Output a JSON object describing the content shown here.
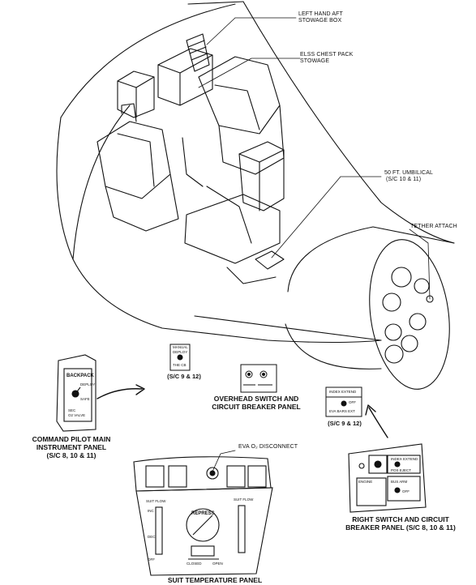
{
  "callouts": {
    "left_stowage_line1": "LEFT HAND AFT",
    "left_stowage_line2": "STOWAGE BOX",
    "elss_line1": "ELSS CHEST PACK",
    "elss_line2": "STOWAGE",
    "umbilical_line1": "50 FT. UMBILICAL",
    "umbilical_line2": "(S/C 10 & 11)",
    "tether": "TETHER ATTACH",
    "eva_disconnect": "EVA O₂ DISCONNECT"
  },
  "panels": {
    "command_pilot": {
      "title_line1": "COMMAND PILOT MAIN",
      "title_line2": "INSTRUMENT PANEL",
      "title_line3": "(S/C 8, 10 & 11)",
      "backpack": "BACKPACK",
      "deploy": "DEPLOY",
      "safe": "SAFE",
      "sec": "SEC",
      "o2_valve": "O2 VALVE"
    },
    "overhead": {
      "title_line1": "OVERHEAD SWITCH AND",
      "title_line2": "CIRCUIT BREAKER PANEL",
      "sc_note": "(S/C 9 & 12)",
      "switch_line1": "MANUAL",
      "switch_line2": "DEPLOY",
      "switch_line3": "THE CB"
    },
    "right": {
      "title_line1": "RIGHT SWITCH AND CIRCUIT",
      "title_line2": "BREAKER PANEL (S/C 8, 10 & 11)",
      "sc_note": "(S/C 9 & 12)",
      "inset_line1": "INDEX EXTEND",
      "inset_line2": "OFF",
      "inset_line3": "EVA BARS EXT",
      "index_extend": "INDEX EXTEND",
      "pos_eject": "POS EJECT",
      "engine": "ENGINE",
      "bus_arm": "BUS ARM",
      "off": "OFF"
    },
    "suit_temp": {
      "title": "SUIT TEMPERATURE PANEL",
      "repress": "REPRESS",
      "closed": "CLOSED",
      "open": "OPEN",
      "suit_flow_left": "SUIT FLOW",
      "suit_flow_right": "SUIT FLOW",
      "inc": "INC",
      "dec": "DEC",
      "off": "OFF"
    }
  }
}
